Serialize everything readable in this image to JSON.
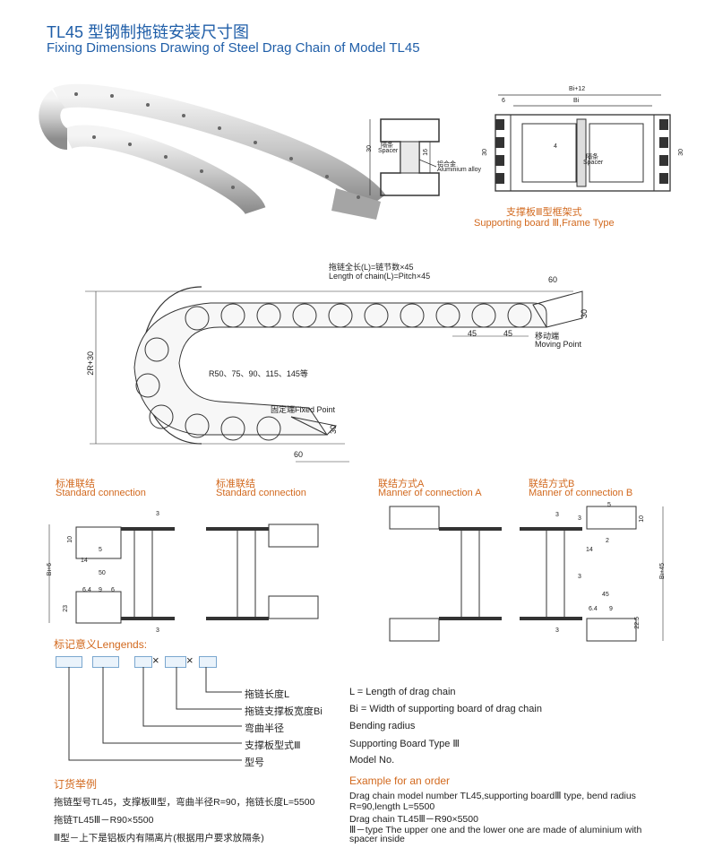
{
  "header": {
    "title_cn": "TL45 型钢制拖链安装尺寸图",
    "title_en": "Fixing Dimensions Drawing of Steel Drag Chain of Model TL45"
  },
  "support_board": {
    "label_cn": "支撑板Ⅲ型框架式",
    "label_en": "Supporting board Ⅲ,Frame Type",
    "dim_bi_plus": "Bi+12",
    "dim_bi": "Bi",
    "dim_6": "6",
    "dim_30_left": "30",
    "dim_30_right": "30",
    "dim_4": "4",
    "dim_16": "16",
    "dim_30_spacer": "30",
    "spacer_cn": "隔条",
    "spacer_en": "Spacer",
    "alloy_cn": "铝合金",
    "alloy_en": "Aluminium alloy",
    "spacer2_cn": "隔条",
    "spacer2_en": "Spacer"
  },
  "chain_drawing": {
    "length_cn": "拖链全长(L)=链节数×45",
    "length_en": "Length of chain(L)=Pitch×45",
    "dim_60_top": "60",
    "dim_30_top": "30",
    "dim_45_a": "45",
    "dim_45_b": "45",
    "moving_cn": "移动端",
    "moving_en": "Moving Point",
    "radius": "R50、75、90、115、145等",
    "height": "2R+30",
    "fixed": "固定端Fixed Point",
    "dim_30_bottom": "30",
    "dim_60_bottom": "60"
  },
  "connections": [
    {
      "cn": "标准联结",
      "en": "Standard connection"
    },
    {
      "cn": "标准联结",
      "en": "Standard connection"
    },
    {
      "cn": "联结方式A",
      "en": "Manner of connection A"
    },
    {
      "cn": "联结方式B",
      "en": "Manner of connection B"
    }
  ],
  "conn_dims": {
    "d3a": "3",
    "d10": "10",
    "d5": "5",
    "d14": "14",
    "bi6": "Bi+6",
    "d50": "50",
    "d64": "6.4",
    "d9": "9",
    "d6": "6",
    "d23": "23",
    "d3b": "3",
    "d3c": "3",
    "d3d": "3",
    "d3e": "3",
    "d5b": "5",
    "d10b": "10",
    "d14b": "14",
    "d2": "2",
    "d3f": "3",
    "bi45": "Bi+45",
    "d45": "45",
    "d64b": "6.4",
    "d9b": "9",
    "d225": "22.5"
  },
  "legend": {
    "title": "标记意义Lengends:",
    "items_cn": [
      "拖链长度L",
      "拖链支撑板宽度Bi",
      "弯曲半径",
      "支撑板型式Ⅲ",
      "型号"
    ],
    "items_en": [
      "L = Length of drag chain",
      "Bi = Width of supporting board of drag chain",
      "Bending radius",
      "Supporting Board Type Ⅲ",
      "Model No."
    ],
    "times": "×"
  },
  "order": {
    "title_cn": "订货举例",
    "title_en": "Example for an order",
    "cn_lines": [
      "拖链型号TL45，支撑板Ⅲ型，弯曲半径R=90，拖链长度L=5500",
      "拖链TL45Ⅲ－R90×5500",
      "Ⅲ型－上下是铝板内有隔离片(根据用户要求放隔条)"
    ],
    "en_lines": [
      "Drag chain model number TL45,supporting boardⅢ type, bend radius",
      "R=90,length L=5500",
      "Drag chain TL45Ⅲ－R90×5500",
      "Ⅲ－type The upper one and the lower one are made of aluminium with",
      "spacer inside"
    ]
  },
  "colors": {
    "title_blue": "#1f5ea8",
    "accent_orange": "#d2691e",
    "line": "#333333"
  }
}
